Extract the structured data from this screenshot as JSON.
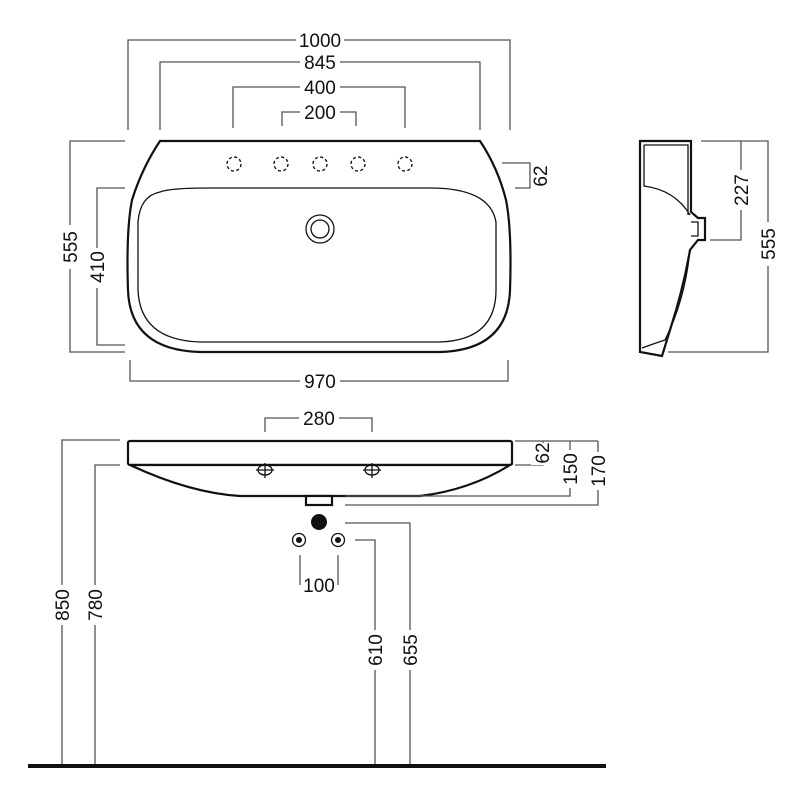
{
  "title": "Washbasin technical drawing (dimensions in mm)",
  "top_view": {
    "overall_width": "1000",
    "rim_width": "845",
    "outer_tap_holes": "400",
    "inner_tap_holes": "200",
    "rim_depth": "62",
    "overall_depth": "555",
    "bowl_depth": "410",
    "bottom_width": "970"
  },
  "side_view": {
    "overflow_height": "227",
    "overall_depth": "555"
  },
  "front_view": {
    "fixing_distance": "280",
    "rim_height": "62",
    "bowl_height": "150",
    "overall_height": "170",
    "pipe_spacing": "100",
    "rim_floor_height": "850",
    "underside_floor_height": "780",
    "supply_height": "610",
    "waste_height": "655"
  },
  "colors": {
    "line": "#111111",
    "dimension": "#555555"
  }
}
